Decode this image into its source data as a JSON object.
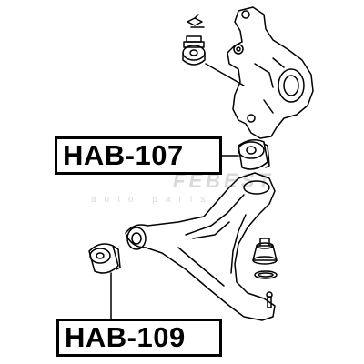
{
  "labels": {
    "bushing_upper": "HAB-107",
    "bushing_lower": "HAB-109"
  },
  "watermark": {
    "brand": "FEBEST",
    "tagline": "auto parts"
  },
  "colors": {
    "line": "#000000",
    "watermark": "#d9d9d9"
  }
}
